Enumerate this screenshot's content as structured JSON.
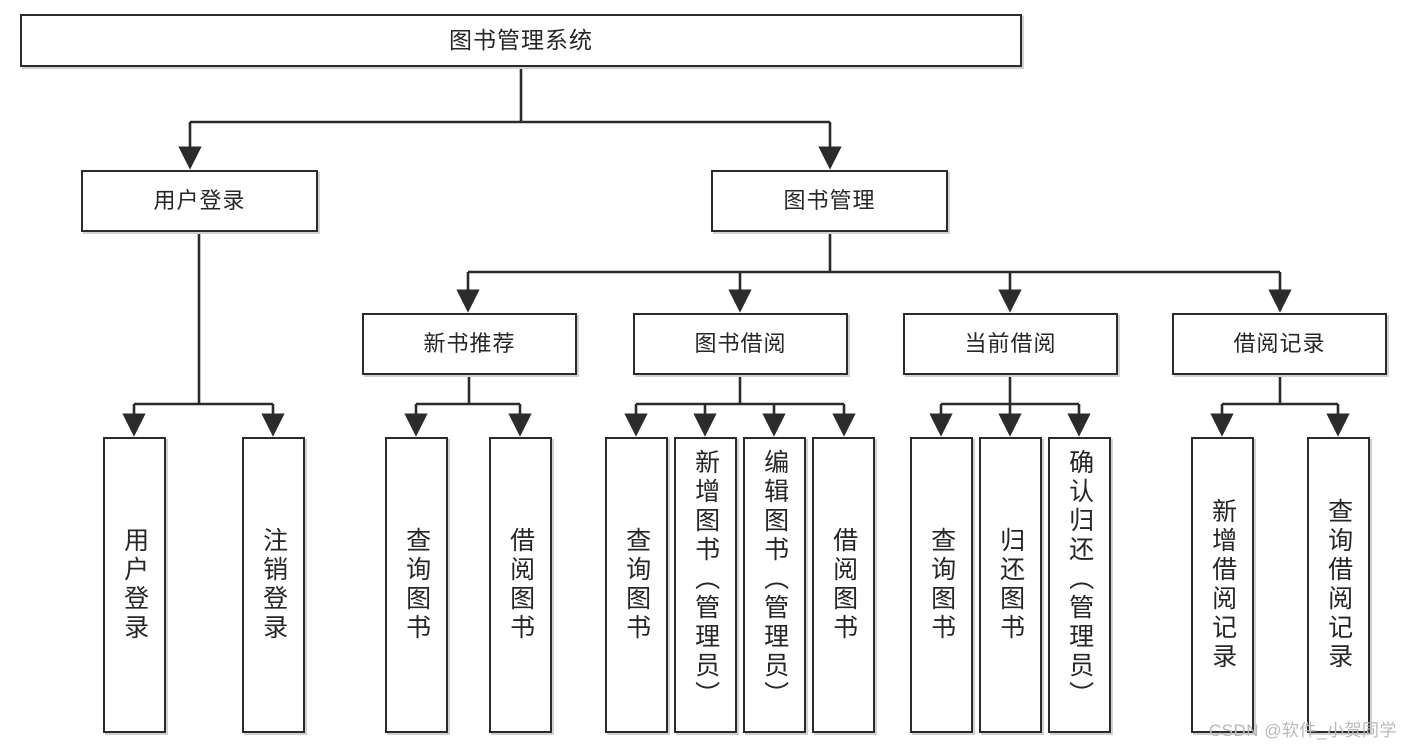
{
  "diagram": {
    "title": "图书管理系统",
    "type": "功能结构图",
    "root": {
      "label": "图书管理系统"
    },
    "level2": [
      {
        "label": "用户登录"
      },
      {
        "label": "图书管理"
      }
    ],
    "level3": [
      {
        "label": "新书推荐"
      },
      {
        "label": "图书借阅"
      },
      {
        "label": "当前借阅"
      },
      {
        "label": "借阅记录"
      }
    ],
    "leaves": {
      "user_login": [
        {
          "label": "用户登录"
        },
        {
          "label": "注销登录"
        }
      ],
      "new_book_recommend": [
        {
          "label": "查询图书"
        },
        {
          "label": "借阅图书"
        }
      ],
      "book_borrow": [
        {
          "label": "查询图书"
        },
        {
          "label": "新增图书（管理员）"
        },
        {
          "label": "编辑图书（管理员）"
        },
        {
          "label": "借阅图书"
        }
      ],
      "current_borrow": [
        {
          "label": "查询图书"
        },
        {
          "label": "归还图书"
        },
        {
          "label": "确认归还（管理员）"
        }
      ],
      "borrow_records": [
        {
          "label": "新增借阅记录"
        },
        {
          "label": "查询借阅记录"
        }
      ]
    }
  },
  "watermark": {
    "text": "CSDN @软件_小贺同学"
  },
  "colors": {
    "box_border": "#2b2b2b",
    "box_fill": "#ffffff",
    "text": "#262626",
    "connector": "#2b2b2b",
    "watermark": "#b9b9b9",
    "background": "#ffffff"
  }
}
